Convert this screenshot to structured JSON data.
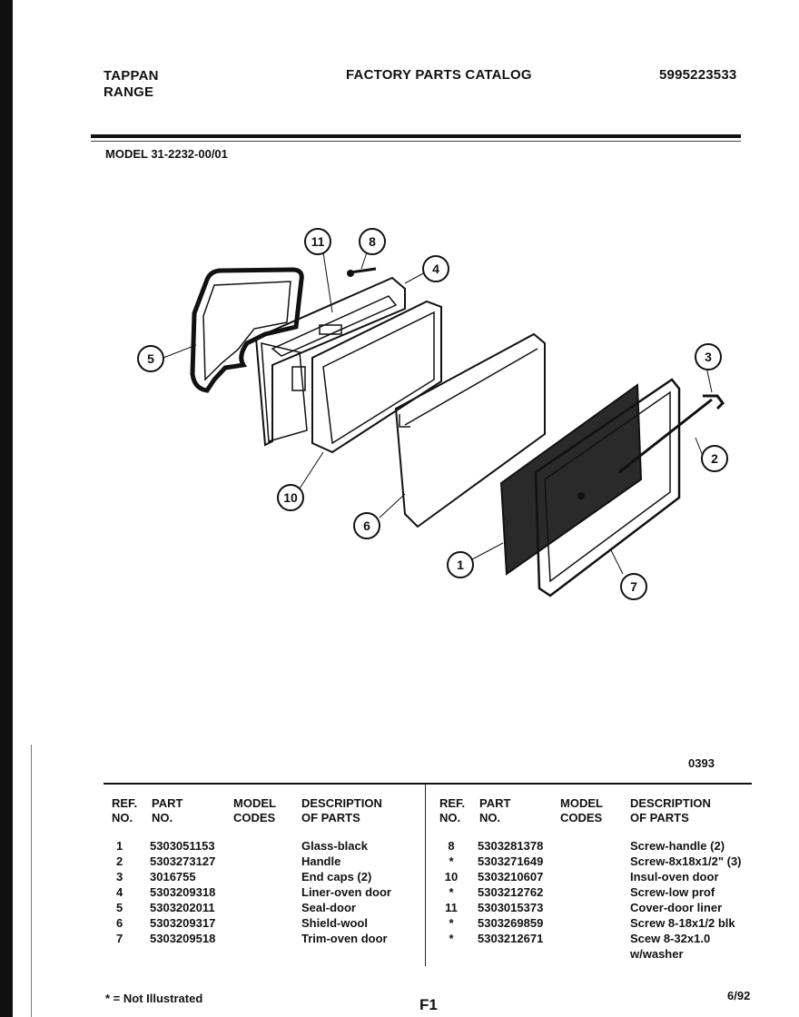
{
  "header": {
    "brand_line1": "TAPPAN",
    "brand_line2": "RANGE",
    "catalog_title": "FACTORY PARTS CATALOG",
    "catalog_number": "5995223533",
    "model_line": "MODEL 31-2232-00/01"
  },
  "diagram": {
    "callouts": [
      "11",
      "8",
      "4",
      "5",
      "3",
      "2",
      "10",
      "6",
      "1",
      "7"
    ],
    "figure_code": "0393"
  },
  "table": {
    "left_headers": {
      "ref": [
        "REF.",
        "NO."
      ],
      "part": [
        "PART",
        "NO."
      ],
      "model": [
        "MODEL",
        "CODES"
      ],
      "desc": [
        "DESCRIPTION",
        "OF PARTS"
      ]
    },
    "right_headers": {
      "ref": [
        "REF.",
        "NO."
      ],
      "part": [
        "PART",
        "NO."
      ],
      "model": [
        "MODEL",
        "CODES"
      ],
      "desc": [
        "DESCRIPTION",
        "OF PARTS"
      ]
    },
    "left_rows": [
      {
        "ref": "1",
        "part": "5303051153",
        "desc": "Glass-black"
      },
      {
        "ref": "2",
        "part": "5303273127",
        "desc": "Handle"
      },
      {
        "ref": "3",
        "part": "3016755",
        "desc": "End caps (2)"
      },
      {
        "ref": "4",
        "part": "5303209318",
        "desc": "Liner-oven door"
      },
      {
        "ref": "5",
        "part": "5303202011",
        "desc": "Seal-door"
      },
      {
        "ref": "6",
        "part": "5303209317",
        "desc": "Shield-wool"
      },
      {
        "ref": "7",
        "part": "5303209518",
        "desc": "Trim-oven door"
      }
    ],
    "right_rows": [
      {
        "ref": "8",
        "part": "5303281378",
        "desc": "Screw-handle (2)"
      },
      {
        "ref": "*",
        "part": "5303271649",
        "desc": "Screw-8x18x1/2\" (3)"
      },
      {
        "ref": "10",
        "part": "5303210607",
        "desc": "Insul-oven door"
      },
      {
        "ref": "*",
        "part": "5303212762",
        "desc": "Screw-low prof"
      },
      {
        "ref": "11",
        "part": "5303015373",
        "desc": "Cover-door liner"
      },
      {
        "ref": "*",
        "part": "5303269859",
        "desc": "Screw 8-18x1/2 blk"
      },
      {
        "ref": "*",
        "part": "5303212671",
        "desc": "Scew 8-32x1.0"
      },
      {
        "ref": "",
        "part": "",
        "desc": "w/washer"
      }
    ]
  },
  "footer": {
    "legend": "* = Not Illustrated",
    "page": "F1",
    "date": "6/92"
  }
}
